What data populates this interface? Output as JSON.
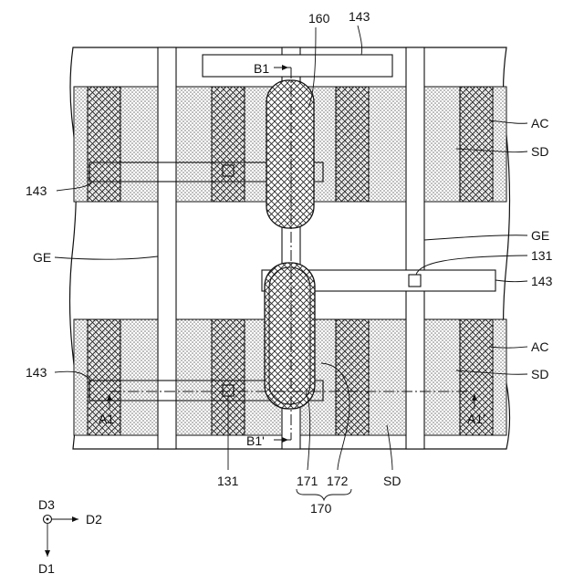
{
  "figure": {
    "labels": {
      "ref_160": "160",
      "ref_143_top": "143",
      "ref_143_left_upper": "143",
      "ref_143_left_lower": "143",
      "ref_143_right": "143",
      "ref_ac_upper": "AC",
      "ref_sd_upper": "SD",
      "ref_ac_lower": "AC",
      "ref_sd_lower": "SD",
      "ref_ge_left": "GE",
      "ref_ge_right": "GE",
      "ref_131_right": "131",
      "ref_131_bottom": "131",
      "ref_sd_bottom": "SD",
      "ref_171": "171",
      "ref_172": "172",
      "ref_170": "170",
      "section_b1": "B1",
      "section_b1_prime": "B1'",
      "section_a1": "A1",
      "section_a1_prime": "A1'"
    },
    "axes": {
      "d3": "D3",
      "d2": "D2",
      "d1": "D1"
    }
  }
}
